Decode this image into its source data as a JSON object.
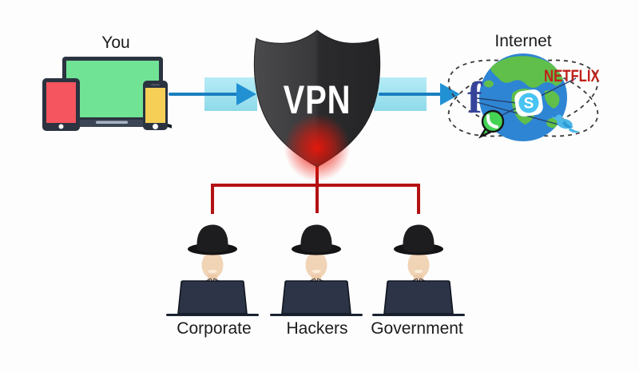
{
  "diagram": {
    "you_label": "You",
    "vpn_label": "VPN",
    "internet_label": "Internet",
    "threat_labels": [
      "Corporate",
      "Hackers",
      "Government"
    ],
    "services": {
      "facebook_glyph": "f",
      "netflix_label": "NETFLIX",
      "skype_glyph": "S",
      "icon_names": [
        "facebook-icon",
        "netflix-wordmark",
        "skype-icon",
        "whatsapp-icon",
        "twitter-icon"
      ]
    }
  },
  "colors": {
    "bg": "#fdfdfd",
    "ink": "#1c1c1c",
    "band": "#b6ecf6",
    "band2": "#8edaea",
    "arrow": "#2191d4",
    "arrow_dark": "#1a7fc0",
    "red": "#b41113",
    "glow_red": "#ec160a",
    "netflix": "#c0211c",
    "facebook": "#36449b",
    "skype": "#49c3f1",
    "whatsapp": "#45d354",
    "twitter": "#4db8e8",
    "globe_ocean": "#2e85d3",
    "globe_land": "#5fbf4a",
    "screen_green": "#70e394",
    "screen_red": "#f4555e",
    "screen_yellow": "#f6cf57",
    "device_frame": "#2b3340",
    "laptop_base": "#3c4554",
    "laptop_body": "#2d3447",
    "face": "#f1d3b6",
    "shield_light": "#474749",
    "shield_dark": "#252527"
  }
}
